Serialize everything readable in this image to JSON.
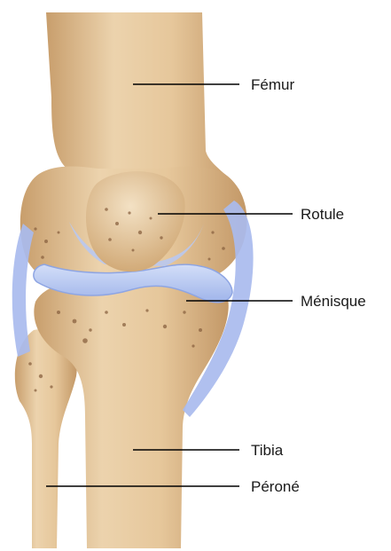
{
  "labels": {
    "femur": "Fémur",
    "patella": "Rotule",
    "meniscus": "Ménisque",
    "tibia": "Tibia",
    "fibula": "Péroné"
  },
  "colors": {
    "bone_light": "#ecd3ad",
    "bone_mid": "#d9b583",
    "bone_shadow": "#b98d5c",
    "bone_pore": "#8a6240",
    "cartilage": "#b9c8f0",
    "cartilage_edge": "#8ea5e3",
    "ligament": "#a9bbee",
    "leader_line": "#000000"
  }
}
